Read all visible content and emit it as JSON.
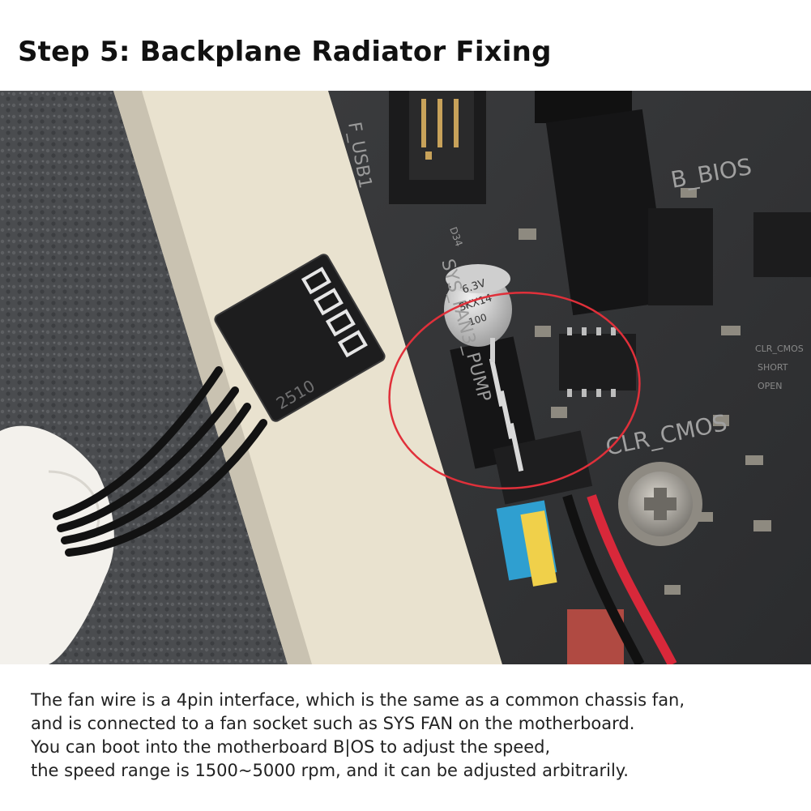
{
  "header": {
    "title": "Step 5: Backplane Radiator Fixing"
  },
  "photo": {
    "board_labels": {
      "usb": "F_USB1",
      "bios": "B_BIOS",
      "clr_cmos": "CLR_CMOS",
      "sys_fan": "SYS_FAN3_PUMP",
      "cap_top": "6.3V",
      "cap_mid": "SKX14",
      "cap_bot": "100",
      "connector": "2510",
      "d_label": "D34",
      "short": "SHORT",
      "open": "OPEN",
      "clr": "CLR_CMOS"
    },
    "highlight_color": "#e0303a"
  },
  "caption": {
    "lines": [
      "The fan wire is a 4pin interface, which is the same as a common chassis fan,",
      "and is connected to a fan socket such as SYS FAN on the motherboard.",
      "You can boot into the motherboard B|OS to adjust the speed,",
      "the speed range is 1500~5000 rpm, and it can be adjusted arbitrarily."
    ]
  }
}
